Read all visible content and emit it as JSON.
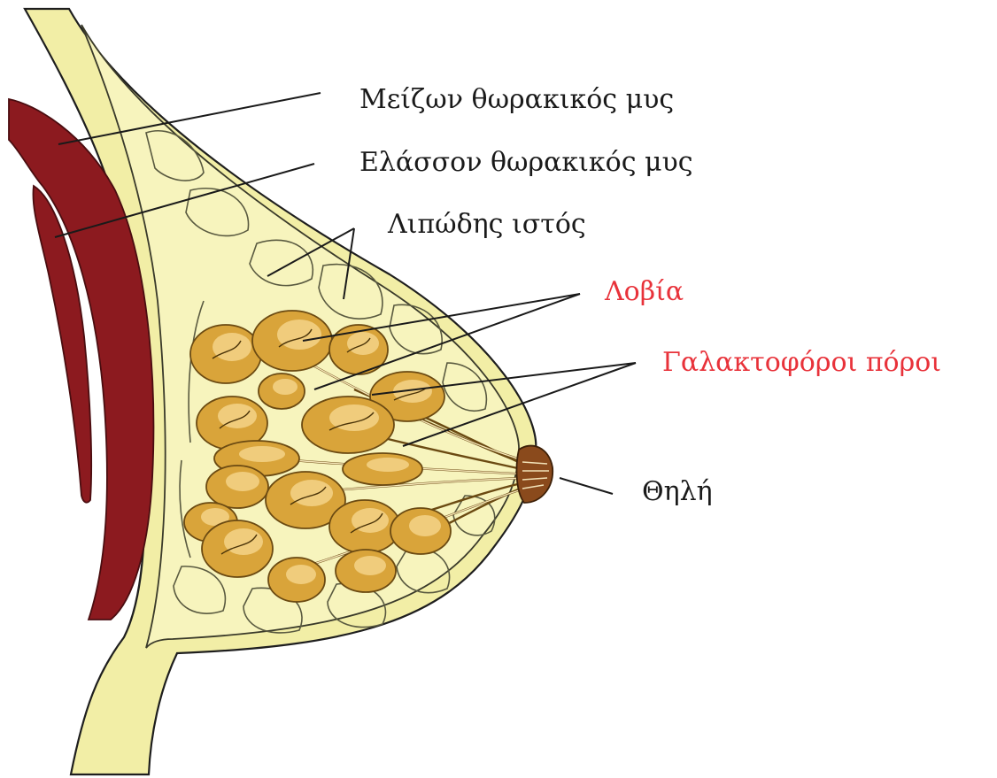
{
  "labels": {
    "pectoralis_major": "Μείζων θωρακικός μυς",
    "pectoralis_minor": "Ελάσσον θωρακικός μυς",
    "fatty_tissue": "Λιπώδης ιστός",
    "lobules": "Λοβία",
    "milk_ducts": "Γαλακτοφόροι πόροι",
    "nipple": "Θηλή"
  },
  "colors": {
    "normal_label": "#1a1a1a",
    "highlight_label": "#e8323a",
    "skin": "#f2eea6",
    "fat": "#f7f4bd",
    "muscle": "#8c1a1f",
    "lobule": "#d9a43a",
    "nipple": "#8a4a1c"
  }
}
